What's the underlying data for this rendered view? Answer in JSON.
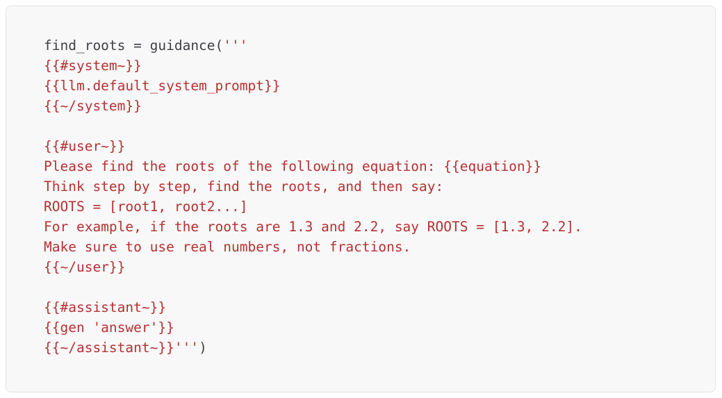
{
  "colors": {
    "page_bg": "#ffffff",
    "box_bg": "#f8f8f9",
    "box_border": "#e3e3e6",
    "code_text": "#3f4145",
    "string_text": "#b83030"
  },
  "code_block": {
    "language": "python",
    "lines": [
      {
        "segments": [
          {
            "style": "code",
            "text": "find_roots = guidance("
          },
          {
            "style": "string",
            "text": "'''"
          }
        ]
      },
      {
        "segments": [
          {
            "style": "string",
            "text": "{{#system~}}"
          }
        ]
      },
      {
        "segments": [
          {
            "style": "string",
            "text": "{{llm.default_system_prompt}}"
          }
        ]
      },
      {
        "segments": [
          {
            "style": "string",
            "text": "{{~/system}}"
          }
        ]
      },
      {
        "segments": []
      },
      {
        "segments": [
          {
            "style": "string",
            "text": "{{#user~}}"
          }
        ]
      },
      {
        "segments": [
          {
            "style": "string",
            "text": "Please find the roots of the following equation: {{equation}}"
          }
        ]
      },
      {
        "segments": [
          {
            "style": "string",
            "text": "Think step by step, find the roots, and then say:"
          }
        ]
      },
      {
        "segments": [
          {
            "style": "string",
            "text": "ROOTS = [root1, root2...]"
          }
        ]
      },
      {
        "segments": [
          {
            "style": "string",
            "text": "For example, if the roots are 1.3 and 2.2, say ROOTS = [1.3, 2.2]."
          }
        ]
      },
      {
        "segments": [
          {
            "style": "string",
            "text": "Make sure to use real numbers, not fractions."
          }
        ]
      },
      {
        "segments": [
          {
            "style": "string",
            "text": "{{~/user}}"
          }
        ]
      },
      {
        "segments": []
      },
      {
        "segments": [
          {
            "style": "string",
            "text": "{{#assistant~}}"
          }
        ]
      },
      {
        "segments": [
          {
            "style": "string",
            "text": "{{gen 'answer'}}"
          }
        ]
      },
      {
        "segments": [
          {
            "style": "string",
            "text": "{{~/assistant~}}'''"
          },
          {
            "style": "code",
            "text": ")"
          }
        ]
      }
    ]
  }
}
